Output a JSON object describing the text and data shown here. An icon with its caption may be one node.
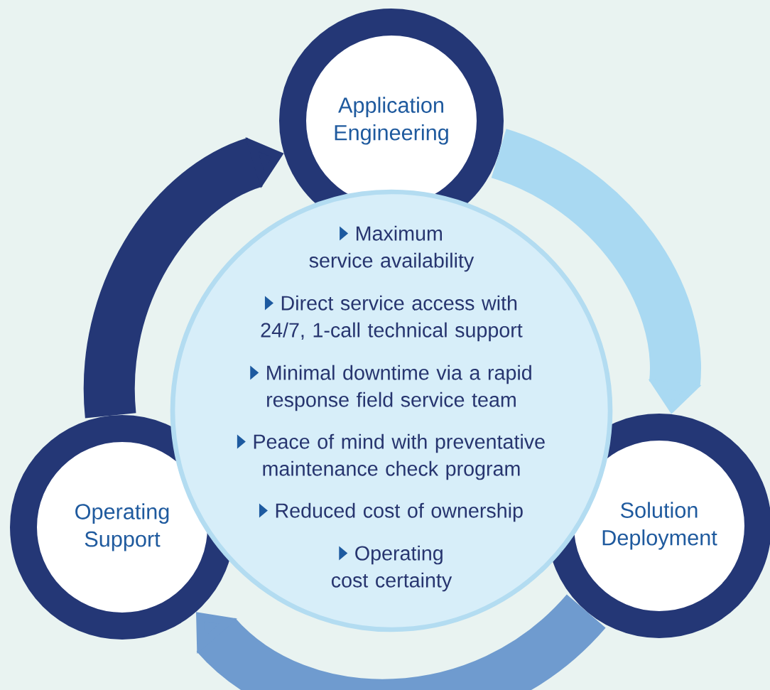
{
  "diagram": {
    "nodes": [
      {
        "text": [
          "Application Engineering"
        ]
      },
      {
        "text": [
          "Maximum service availability",
          "Direct service access with 24/7, 1-call technical support",
          "Minimal downtime via a rapid response field service team",
          "Peace of mind with preventative maintenance check program",
          "Reduced cost of ownership",
          "Operating cost certainty"
        ]
      },
      {
        "text": [
          "Operating Support"
        ]
      },
      {
        "text": [
          "Solution Deployment"
        ]
      }
    ],
    "edges": [
      {
        "from": 0,
        "to": 3,
        "arrow": "to",
        "color": "#a9d9f2"
      },
      {
        "from": 3,
        "to": 2,
        "arrow": "to",
        "color": "#6f9bcf"
      },
      {
        "from": 2,
        "to": 0,
        "arrow": "to",
        "color": "#243776"
      }
    ]
  }
}
